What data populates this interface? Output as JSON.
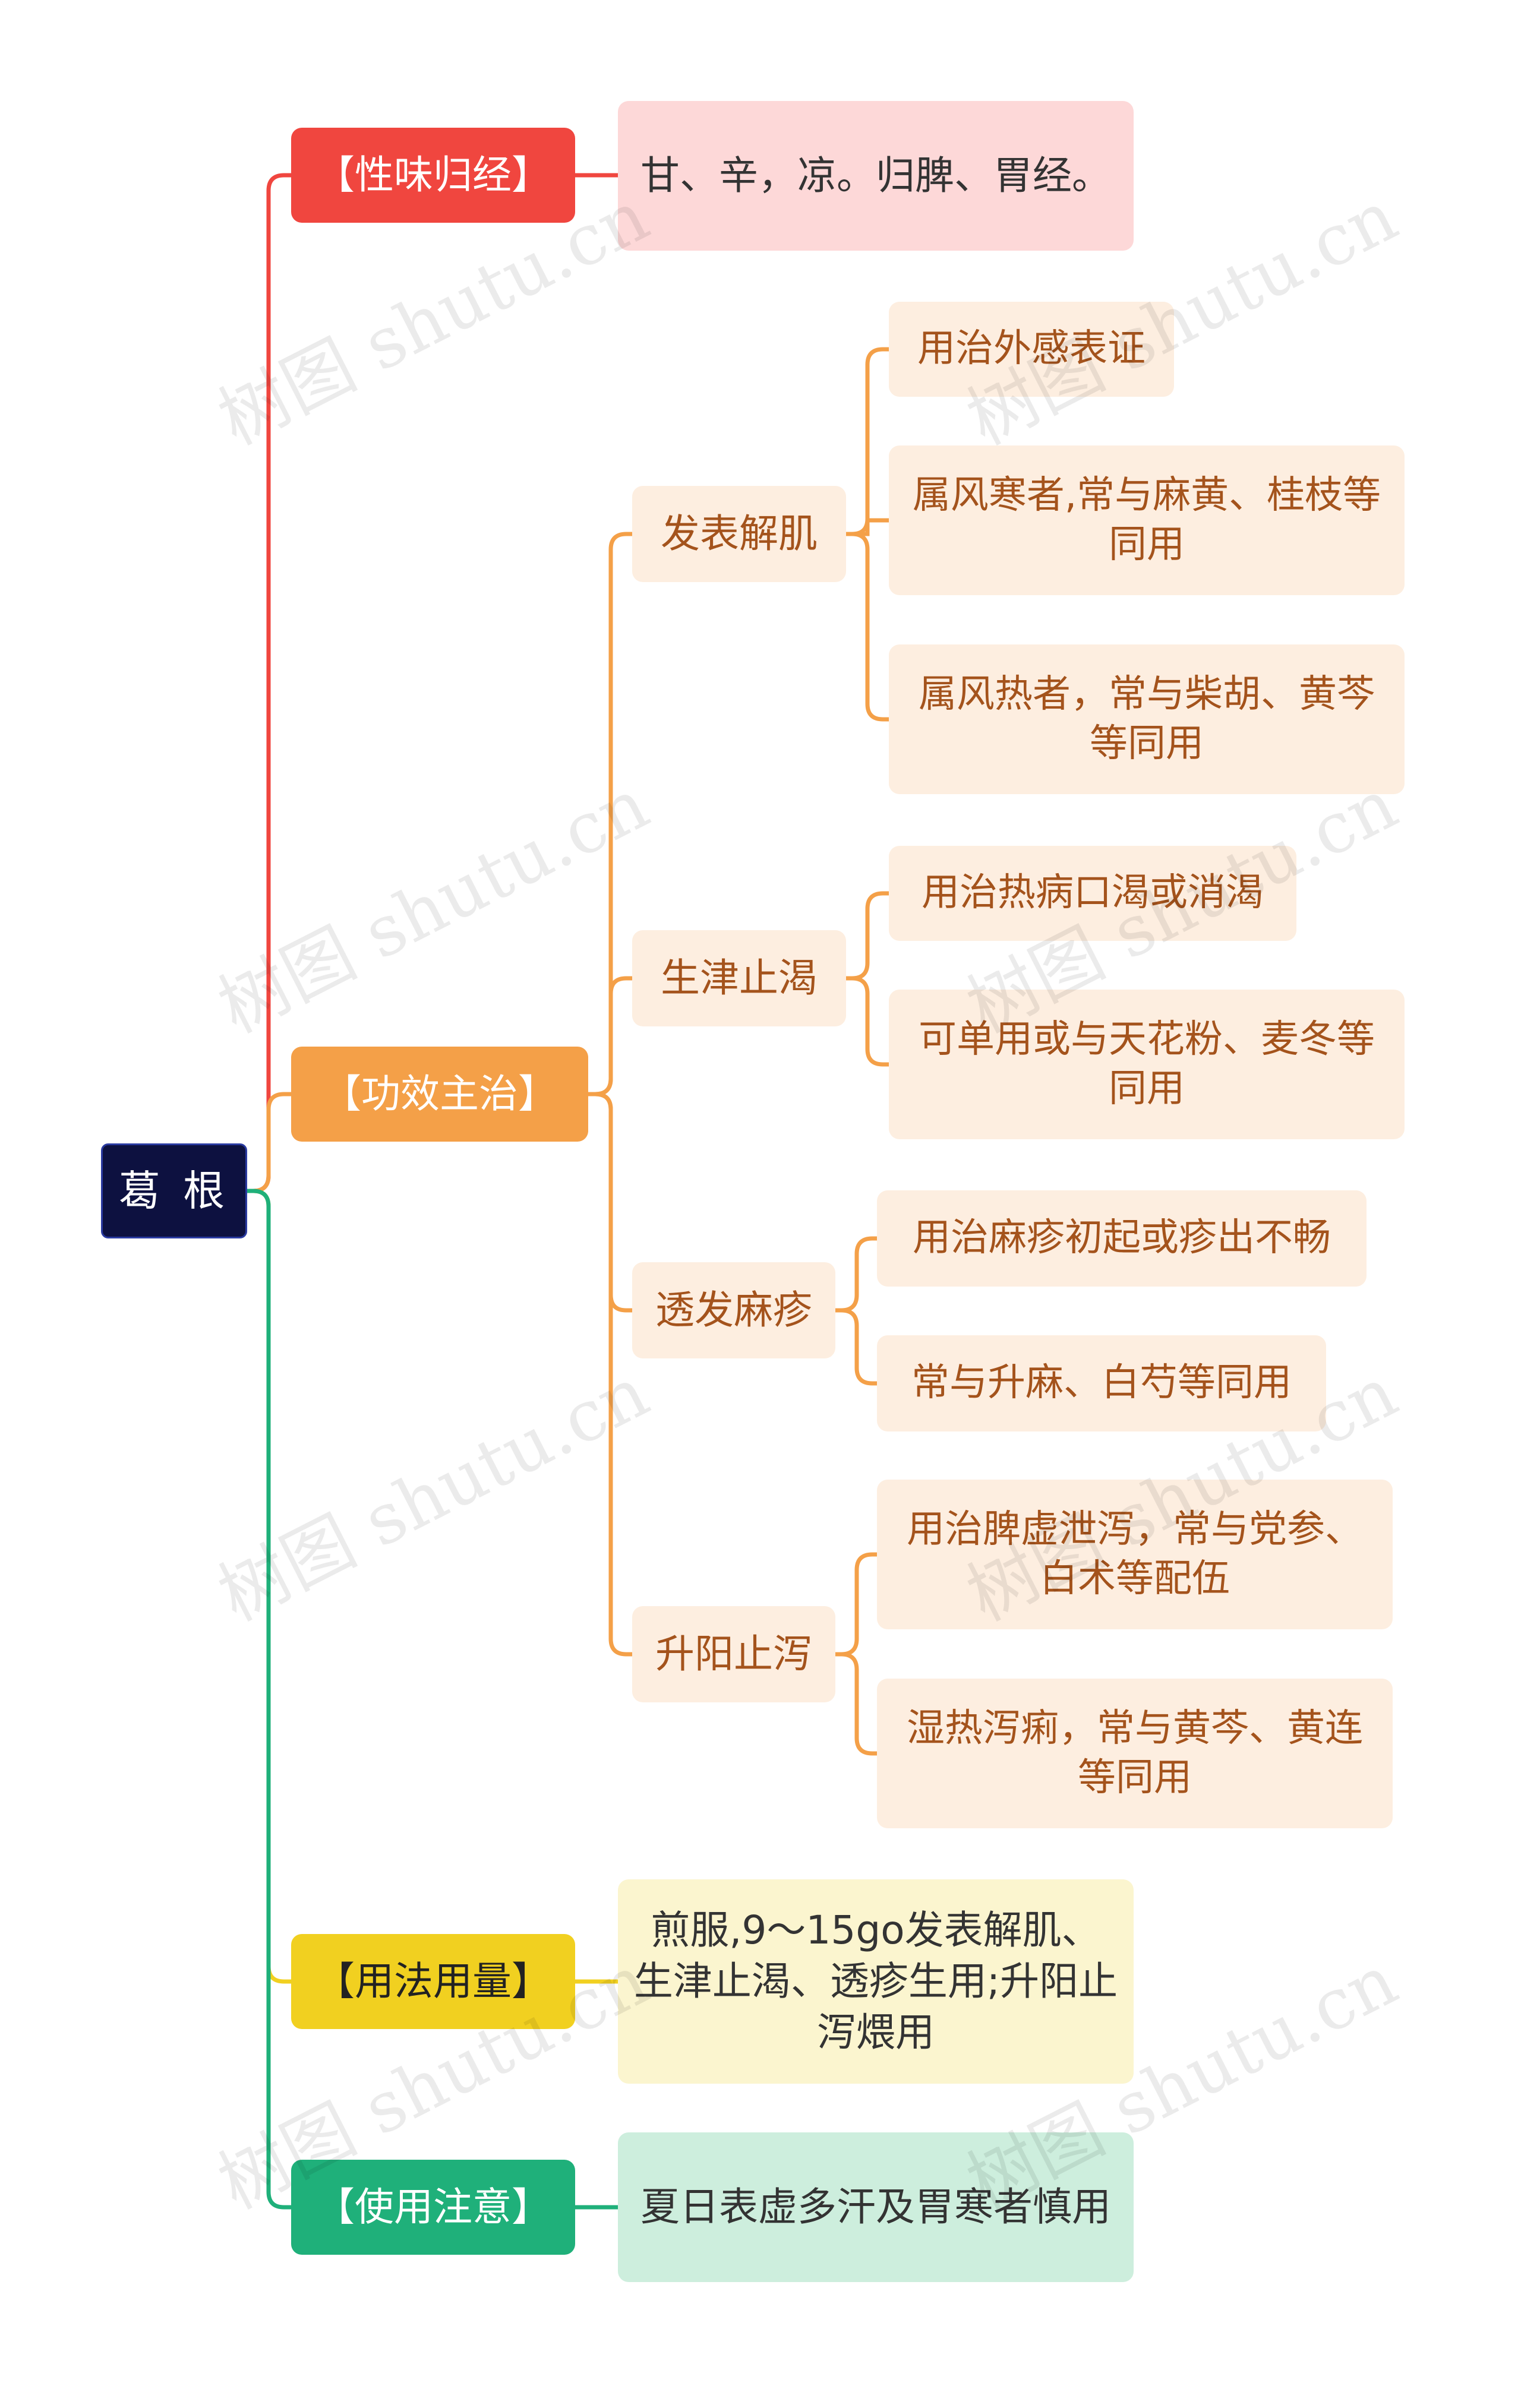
{
  "root": {
    "label": "葛 根"
  },
  "colors": {
    "red": "#f0463f",
    "orange": "#f4a048",
    "yellow": "#f1d020",
    "green": "#1fb07a",
    "root": "#0d1140"
  },
  "sections": {
    "xingwei": {
      "title": "【性味归经】",
      "content": "甘、辛，凉。归脾、胃经。"
    },
    "gongxiao": {
      "title": "【功效主治】",
      "items": [
        {
          "label": "发表解肌",
          "details": [
            "用治外感表证",
            "属风寒者,常与麻黄、桂枝等同用",
            "属风热者，常与柴胡、黄芩等同用"
          ]
        },
        {
          "label": "生津止渴",
          "details": [
            "用治热病口渴或消渴",
            "可单用或与天花粉、麦冬等同用"
          ]
        },
        {
          "label": "透发麻疹",
          "details": [
            "用治麻疹初起或疹出不畅",
            "常与升麻、白芍等同用"
          ]
        },
        {
          "label": "升阳止泻",
          "details": [
            "用治脾虚泄泻，常与党参、白术等配伍",
            "湿热泻痢，常与黄芩、黄连等同用"
          ]
        }
      ]
    },
    "yongfa": {
      "title": "【用法用量】",
      "content": "煎服,9～15go发表解肌、生津止渴、透疹生用;升阳止泻煨用"
    },
    "zhuyi": {
      "title": "【使用注意】",
      "content": "夏日表虚多汗及胃寒者慎用"
    }
  },
  "watermark": "树图 shutu.cn"
}
